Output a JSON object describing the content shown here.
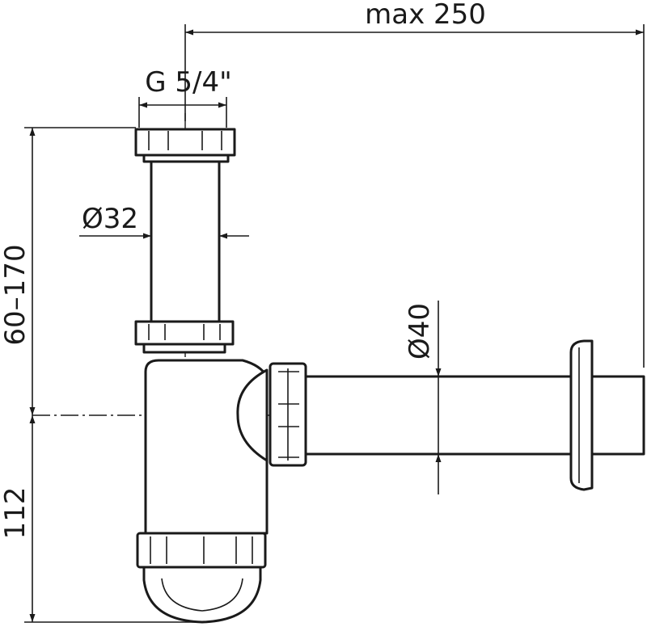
{
  "drawing": {
    "dimensions": {
      "max_length": "max 250",
      "thread": "G 5/4\"",
      "inlet_diameter": "Ø32",
      "outlet_diameter": "Ø40",
      "height_range": "60–170",
      "base_height": "112"
    },
    "colors": {
      "line": "#1a1a1a",
      "background": "#ffffff"
    }
  }
}
